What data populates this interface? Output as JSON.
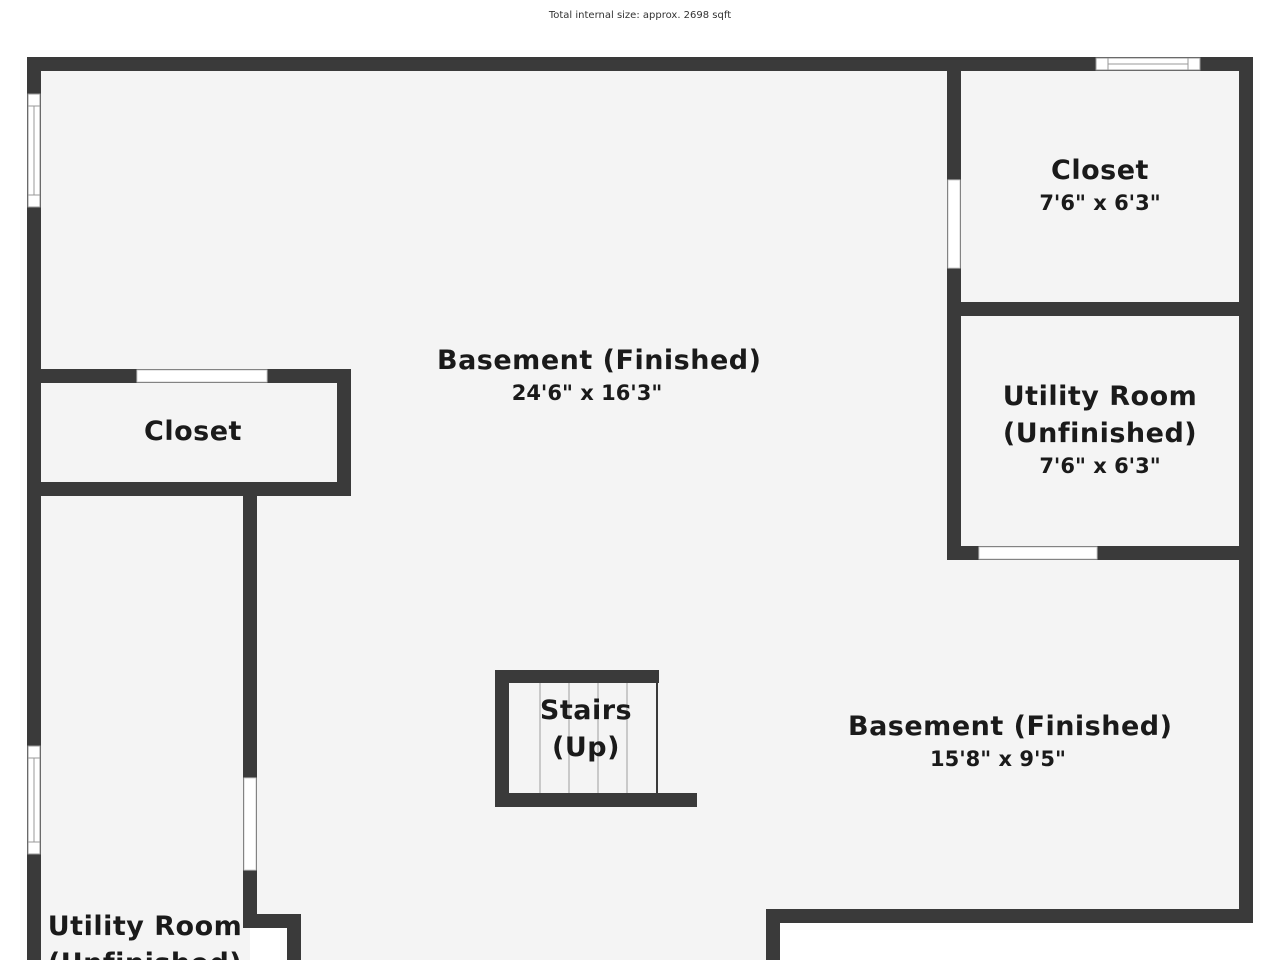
{
  "header": {
    "total_size": "Total internal size: approx. 2698 sqft"
  },
  "rooms": {
    "basement_main": {
      "name": "Basement (Finished)",
      "dims": "24'6\" x 16'3\""
    },
    "closet_top_right": {
      "name": "Closet",
      "dims": "7'6\" x 6'3\""
    },
    "utility_right": {
      "name_line1": "Utility Room",
      "name_line2": "(Unfinished)",
      "dims": "7'6\" x 6'3\""
    },
    "closet_left": {
      "name": "Closet"
    },
    "stairs": {
      "line1": "Stairs",
      "line2": "(Up)"
    },
    "basement_lower": {
      "name": "Basement (Finished)",
      "dims": "15'8\" x 9'5\""
    },
    "utility_left": {
      "name_line1": "Utility Room",
      "name_line2": "(Unfinished)"
    }
  },
  "colors": {
    "wall": "#3a3a3a",
    "floor": "#f4f4f4",
    "opening": "#ffffff"
  }
}
